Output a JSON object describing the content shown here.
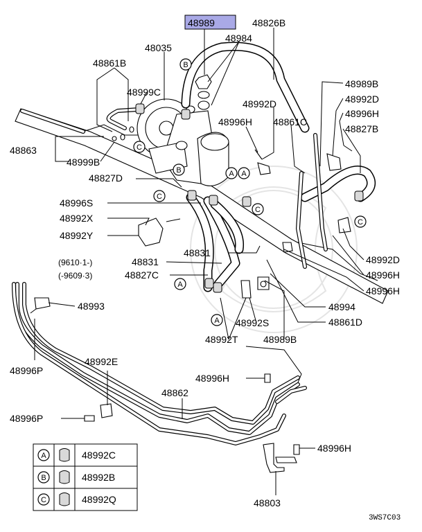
{
  "highlight_color": "#a9a9e6",
  "part_labels": {
    "p48989": "48989",
    "p48826B": "48826B",
    "p48035": "48035",
    "p48984": "48984",
    "p48861B": "48861B",
    "p48999C": "48999C",
    "p48992D_top": "48992D",
    "p48989B_right": "48989B",
    "p48992D_right": "48992D",
    "p48996H_right1": "48996H",
    "p48827B": "48827B",
    "p48996H_mid": "48996H",
    "p48861C": "48861C",
    "p48863": "48863",
    "p48999B": "48999B",
    "p48827D": "48827D",
    "p48996S": "48996S",
    "p48992X": "48992X",
    "p48992Y": "48992Y",
    "p48831_a": "48831",
    "p48831_b": "48831",
    "p48827C": "48827C",
    "date_a": "(9610·1-)",
    "date_b": "(-9609·3)",
    "p48992D_low": "48992D",
    "p48996H_low1": "48996H",
    "p48996H_low2": "48996H",
    "p48994": "48994",
    "p48861D": "48861D",
    "p48993": "48993",
    "p48992S": "48992S",
    "p48992T": "48992T",
    "p48989B_low": "48989B",
    "p48996P_a": "48996P",
    "p48992E": "48992E",
    "p48996H_bottom": "48996H",
    "p48862": "48862",
    "p48996P_b": "48996P",
    "p48996H_br": "48996H",
    "p48803": "48803"
  },
  "callout_letters": [
    "A",
    "B",
    "C"
  ],
  "legend": [
    {
      "letter": "A",
      "part": "48992C"
    },
    {
      "letter": "B",
      "part": "48992B"
    },
    {
      "letter": "C",
      "part": "48992Q"
    }
  ],
  "diagram_code": "3WS7C03"
}
